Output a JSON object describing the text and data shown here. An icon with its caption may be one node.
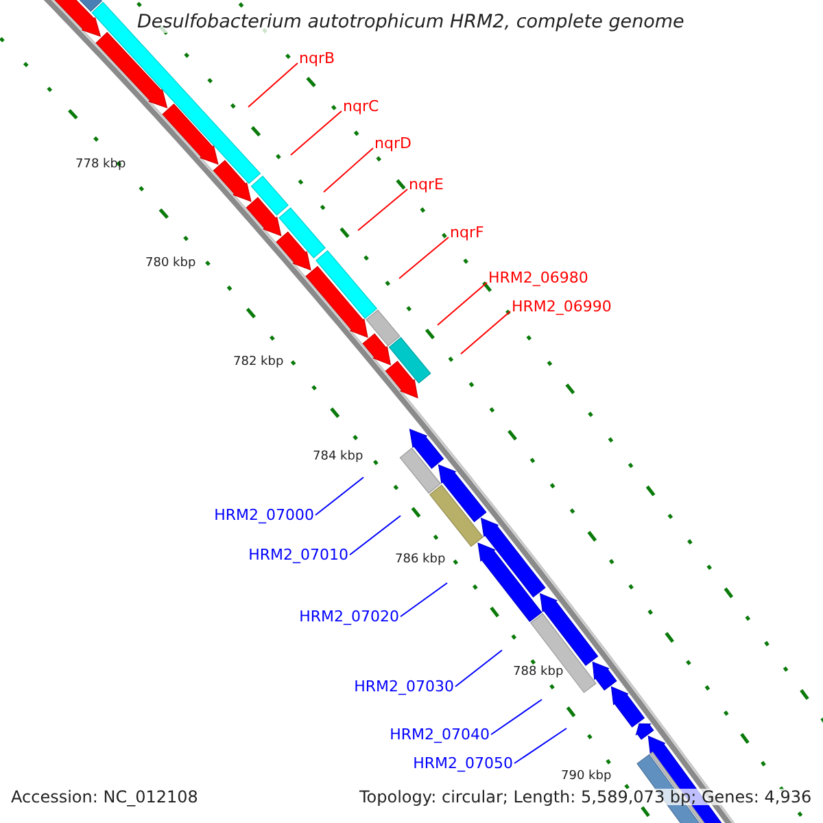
{
  "diagram": {
    "title": "Desulfobacterium autotrophicum HRM2, complete genome",
    "nodes": [
      {
        "text": [
          "nqrB"
        ]
      },
      {
        "text": [
          "nqrC"
        ]
      },
      {
        "text": [
          "nqrD"
        ]
      },
      {
        "text": [
          "nqrE"
        ]
      },
      {
        "text": [
          "nqrF"
        ]
      },
      {
        "text": [
          "HRM2_06980"
        ]
      },
      {
        "text": [
          "HRM2_06990"
        ]
      },
      {
        "text": [
          "HRM2_07000"
        ]
      },
      {
        "text": [
          "HRM2_07010"
        ]
      },
      {
        "text": [
          "HRM2_07020"
        ]
      },
      {
        "text": [
          "HRM2_07030"
        ]
      },
      {
        "text": [
          "HRM2_07040"
        ]
      },
      {
        "text": [
          "HRM2_07050"
        ]
      }
    ],
    "edges": [
      {
        "from": 0,
        "to": null,
        "arrow": "none"
      },
      {
        "from": 1,
        "to": null,
        "arrow": "none"
      },
      {
        "from": 2,
        "to": null,
        "arrow": "none"
      },
      {
        "from": 3,
        "to": null,
        "arrow": "none"
      },
      {
        "from": 4,
        "to": null,
        "arrow": "none"
      },
      {
        "from": 5,
        "to": null,
        "arrow": "none"
      },
      {
        "from": 6,
        "to": null,
        "arrow": "none"
      },
      {
        "from": 7,
        "to": null,
        "arrow": "none",
        "color": "#0000ff"
      },
      {
        "from": 8,
        "to": null,
        "arrow": "none",
        "color": "#0000ff"
      },
      {
        "from": 9,
        "to": null,
        "arrow": "none",
        "color": "#0000ff"
      },
      {
        "from": 10,
        "to": null,
        "arrow": "none",
        "color": "#0000ff"
      },
      {
        "from": 11,
        "to": null,
        "arrow": "none",
        "color": "#0000ff"
      },
      {
        "from": 12,
        "to": null,
        "arrow": "none",
        "color": "#0000ff"
      }
    ],
    "labels": [
      "778 kbp",
      "780 kbp",
      "782 kbp",
      "784 kbp",
      "786 kbp",
      "788 kbp",
      "790 kbp",
      "Accession: NC_012108",
      "Topology: circular; Length: 5,589,073 bp; Genes: 4,936"
    ]
  }
}
